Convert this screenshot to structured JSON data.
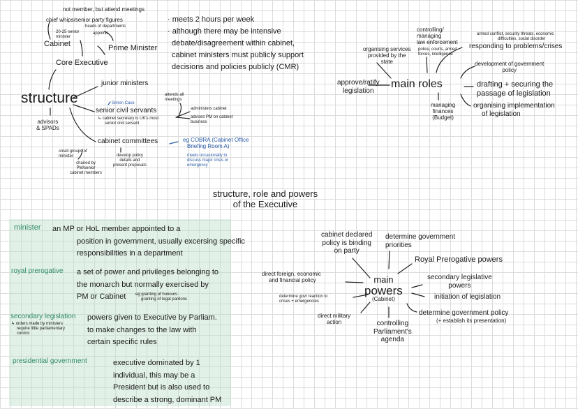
{
  "title": {
    "line1": "structure, role and powers",
    "line2": "of the Executive"
  },
  "structure": {
    "center": "structure",
    "not_member": "not member, but attend meetings",
    "chief_whips": "chief whips/senior party figures",
    "heads": "heads of departments",
    "senior_ministers": [
      "20-25 senior",
      "minister"
    ],
    "appoints": "appoints",
    "cabinet": "Cabinet",
    "pm": "Prime Minister",
    "core": "Core Executive",
    "notes": [
      "· meets 2 hours per week",
      "· although there may be intensive",
      "debate/disagreement within cabinet,",
      "cabinet ministers must publicly support",
      "decisions and policies publicly (CMR)"
    ],
    "junior": "junior ministers",
    "simon_case": "Simon Case",
    "civil_servants": "senior civil servants",
    "cab_sec": [
      "↳ cabinet secretary is UK's most",
      "senior civil servant"
    ],
    "attends": [
      "attends all",
      "meetings"
    ],
    "administers": "administers cabinet",
    "advises": [
      "advises PM on cabinet",
      "business"
    ],
    "advisors": [
      "advisors",
      "& SPADs"
    ],
    "committees": "cabinet committees",
    "cobra": [
      "eg COBRA (Cabinet Office",
      "Briefing Room A)"
    ],
    "meets": [
      "meets occasionally to",
      "discuss major crisis or",
      "emergency"
    ],
    "small_groups": [
      "small groups of",
      "minister"
    ],
    "chaired": [
      "chaired by",
      "PM/senior",
      "cabinet members"
    ],
    "develop": [
      "develop policy",
      "details and",
      "present proposals"
    ]
  },
  "roles": {
    "center": "main roles",
    "organising_services": [
      "organising services",
      "provided by the",
      "state"
    ],
    "law": [
      "controlling/",
      "managing",
      "law enforcement"
    ],
    "law_note": [
      "police, courts, armed",
      "forces, intelligence"
    ],
    "crises_note": [
      "armed conflict, security threats, economic",
      "difficulties, social disorder"
    ],
    "crises": "responding to problems/crises",
    "policy": [
      "development of government",
      "policy"
    ],
    "drafting": [
      "drafting + securing the",
      "passage of legislation"
    ],
    "approve": [
      "approve/ratify",
      "legislation"
    ],
    "finances": [
      "managing",
      "finances",
      "(Budget)"
    ],
    "implementation": [
      "organising implementation",
      "of legislation"
    ]
  },
  "powers": {
    "center": [
      "main",
      "powers",
      "(Cabinet)"
    ],
    "binding": [
      "cabinet declared",
      "policy is binding",
      "on party"
    ],
    "priorities": [
      "determine government",
      "priorities"
    ],
    "royal": "Royal Prerogative powers",
    "foreign": [
      "direct foreign, economic",
      "and financial policy"
    ],
    "secondary": [
      "secondary legislative",
      "powers"
    ],
    "reaction": [
      "determine govt reaction to",
      "crises + emergencies"
    ],
    "initiation": "initiation of legislation",
    "military": [
      "direct military",
      "action"
    ],
    "agenda": [
      "controlling",
      "Parliament's",
      "agenda"
    ],
    "gov_policy": [
      "determine government policy",
      "(+ establish its presentation)"
    ]
  },
  "definitions": [
    {
      "term": "minister",
      "lines": [
        "an MP or HoL member appointed to a",
        "position in government, usually excersing specific",
        "responsibilities in a department"
      ]
    },
    {
      "term": "royal prerogative",
      "lines": [
        "a set of power and privileges belonging to",
        "the monarch but normally exercised by",
        "PM or Cabinet"
      ],
      "note": [
        "eg granting of honours",
        "granting of legal pardons"
      ]
    },
    {
      "term": "secondary legislation",
      "lines": [
        "powers given to Executive by Parliam.",
        "to make changes to the law with",
        "certain specific rules"
      ],
      "note": [
        "↳ orders made by ministers",
        "require little parliamentary",
        "control"
      ]
    },
    {
      "term": "presidential government",
      "lines": [
        "executive dominated by 1",
        "individual, this may be a",
        "President but is also used to",
        "describe a strong, dominant PM"
      ]
    }
  ],
  "colors": {
    "ink": "#1a1a1a",
    "blue_ink": "#2a5aa8",
    "green_ink": "#2f8a66",
    "highlight": "#dcefe4",
    "grid": "#dcdcdc"
  }
}
